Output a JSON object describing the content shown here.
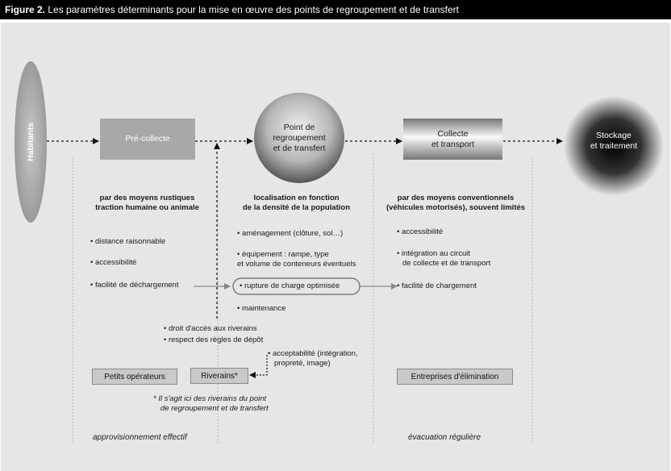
{
  "title": {
    "bold": "Figure 2.",
    "text": " Les paramètres déterminants pour la mise en œuvre des points de regroupement et de transfert"
  },
  "nodes": {
    "habitants": "Habitants",
    "precollecte": "Pré-collecte",
    "point": [
      "Point de",
      "regroupement",
      "et de transfert"
    ],
    "collecte": [
      "Collecte",
      "et transport"
    ],
    "stockage": [
      "Stockage",
      "et traitement"
    ]
  },
  "col1": {
    "heading": [
      "par des moyens rustiques",
      "traction humaine ou animale"
    ],
    "items": [
      "• distance raisonnable",
      "• accessibilité",
      "• facilité de déchargement"
    ]
  },
  "col2": {
    "heading": [
      "localisation en fonction",
      "de la densité de la population"
    ],
    "items": [
      "• aménagement (clôture, sol…)",
      "• équipement : rampe, type",
      "et volume de conteneurs éventuels",
      "• rupture de charge optimisée",
      "• maintenance"
    ]
  },
  "col3": {
    "heading": [
      "par des moyens conventionnels",
      "(véhicules motorisés), souvent limités"
    ],
    "items": [
      "• accessibilité",
      "• intégration au circuit",
      "de collecte et de transport",
      "• facilité de chargement"
    ]
  },
  "riverains_notes": [
    "• droit d'accès aux riverains",
    "• respect des règles de dépôt"
  ],
  "acceptabilite": [
    "• acceptabilité (intégration,",
    "propreté, image)"
  ],
  "tags": {
    "petits": "Petits opérateurs",
    "riverains": "Riverains*",
    "entreprises": "Entreprises d'élimination"
  },
  "footnote": [
    "* Il s'agit ici des riverains du point",
    "de regroupement et de transfert"
  ],
  "bottom": {
    "left": "approvisionnement effectif",
    "right": "évacuation régulière"
  }
}
